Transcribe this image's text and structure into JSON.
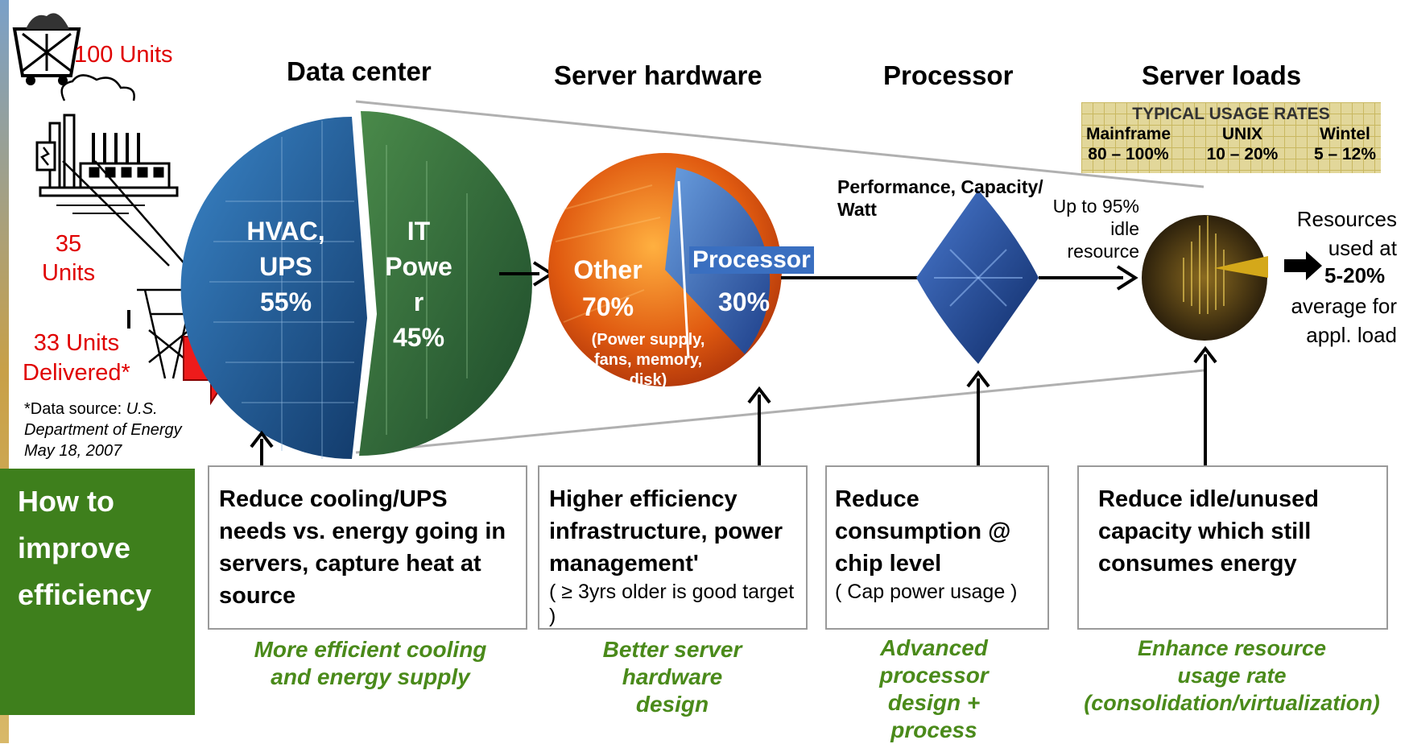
{
  "energy": {
    "units_100": "100 Units",
    "units_35": "35\nUnits",
    "units_33": "33 Units\nDelivered*",
    "source_prefix": "*Data source: ",
    "source_body": "U.S. Department of Energy May 18, 2007"
  },
  "headers": {
    "data_center": "Data center",
    "server_hardware": "Server hardware",
    "processor": "Processor",
    "server_loads": "Server loads"
  },
  "data_center_pie": {
    "hvac": "HVAC,\nUPS\n55%",
    "it_power": "IT\nPowe\nr\n45%",
    "hvac_color": "#1f5f9f",
    "it_color": "#2e6a3a"
  },
  "server_pie": {
    "other": "Other\n70%",
    "other_detail": "(Power supply,\nfans, memory,\ndisk)",
    "processor": "Processor",
    "processor_pct": "30%",
    "other_color": "#d24a10",
    "processor_color": "#2d5fae"
  },
  "processor_section": {
    "perf_label": "Performance, Capacity/\nWatt",
    "idle_label": "Up to 95%\nidle\nresource"
  },
  "usage_table": {
    "title": "TYPICAL USAGE RATES",
    "columns": [
      {
        "name": "Mainframe",
        "value": "80 – 100%"
      },
      {
        "name": "UNIX",
        "value": "10 – 20%"
      },
      {
        "name": "Wintel",
        "value": "5 – 12%"
      }
    ]
  },
  "resources": {
    "line1": "Resources\nused at",
    "highlight": "5-20%",
    "line2": "average for\nappl. load"
  },
  "how_to": "How to\nimprove\nefficiency",
  "boxes": [
    {
      "title": "Reduce cooling/UPS needs vs. energy going in servers, capture heat at source",
      "note": ""
    },
    {
      "title": "Higher efficiency infrastructure, power management'",
      "note": "( ≥ 3yrs older is good target )"
    },
    {
      "title": "Reduce consumption @ chip level",
      "note": "( Cap power usage )"
    },
    {
      "title": "Reduce idle/unused capacity which still consumes energy",
      "note": ""
    }
  ],
  "green_labels": [
    "More efficient cooling\nand energy supply",
    "Better server\nhardware\ndesign",
    "Advanced\nprocessor\ndesign +\nprocess",
    "Enhance resource\nusage rate\n(consolidation/virtualization)"
  ]
}
